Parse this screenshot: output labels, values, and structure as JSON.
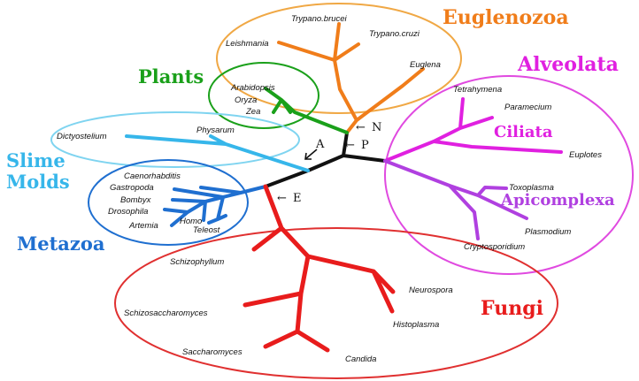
{
  "colors": {
    "euglenozoa": "#f07d1a",
    "alveolata": "#e020e0",
    "apicomplexa": "#b040e0",
    "plants": "#1aa01a",
    "slime_molds": "#36b6ea",
    "metazoa": "#1f6fd0",
    "fungi": "#e81c1c",
    "backbone": "#111111"
  },
  "groups": {
    "euglenozoa": "Euglenozoa",
    "alveolata": "Alveolata",
    "ciliata": "Ciliata",
    "apicomplexa": "Apicomplexa",
    "plants": "Plants",
    "slime_molds_line1": "Slime",
    "slime_molds_line2": "Molds",
    "metazoa": "Metazoa",
    "fungi": "Fungi"
  },
  "taxa": {
    "trypano_brucei": "Trypano.brucei",
    "trypano_cruzi": "Trypano.cruzi",
    "leishmania": "Leishmania",
    "euglena": "Euglena",
    "tetrahymena": "Tetrahymena",
    "paramecium": "Paramecium",
    "euplotes": "Euplotes",
    "toxoplasma": "Toxoplasma",
    "plasmodium": "Plasmodium",
    "cryptosporidium": "Cryptosporidium",
    "arabidopsis": "Arabidopsis",
    "oryza": "Oryza",
    "zea": "Zea",
    "dictyostelium": "Dictyostelium",
    "physarum": "Physarum",
    "caenorhabditis": "Caenorhabditis",
    "gastropoda": "Gastropoda",
    "bombyx": "Bombyx",
    "drosophila": "Drosophila",
    "artemia": "Artemia",
    "homo": "Homo",
    "teleost": "Teleost",
    "schizophyllum": "Schizophyllum",
    "neurospora": "Neurospora",
    "schizosaccharomyces": "Schizosaccharomyces",
    "histoplasma": "Histoplasma",
    "saccharomyces": "Saccharomyces",
    "candida": "Candida"
  },
  "markers": {
    "n": "N",
    "p": "P",
    "a": "A",
    "e": "E",
    "arrow_glyph": "←"
  }
}
